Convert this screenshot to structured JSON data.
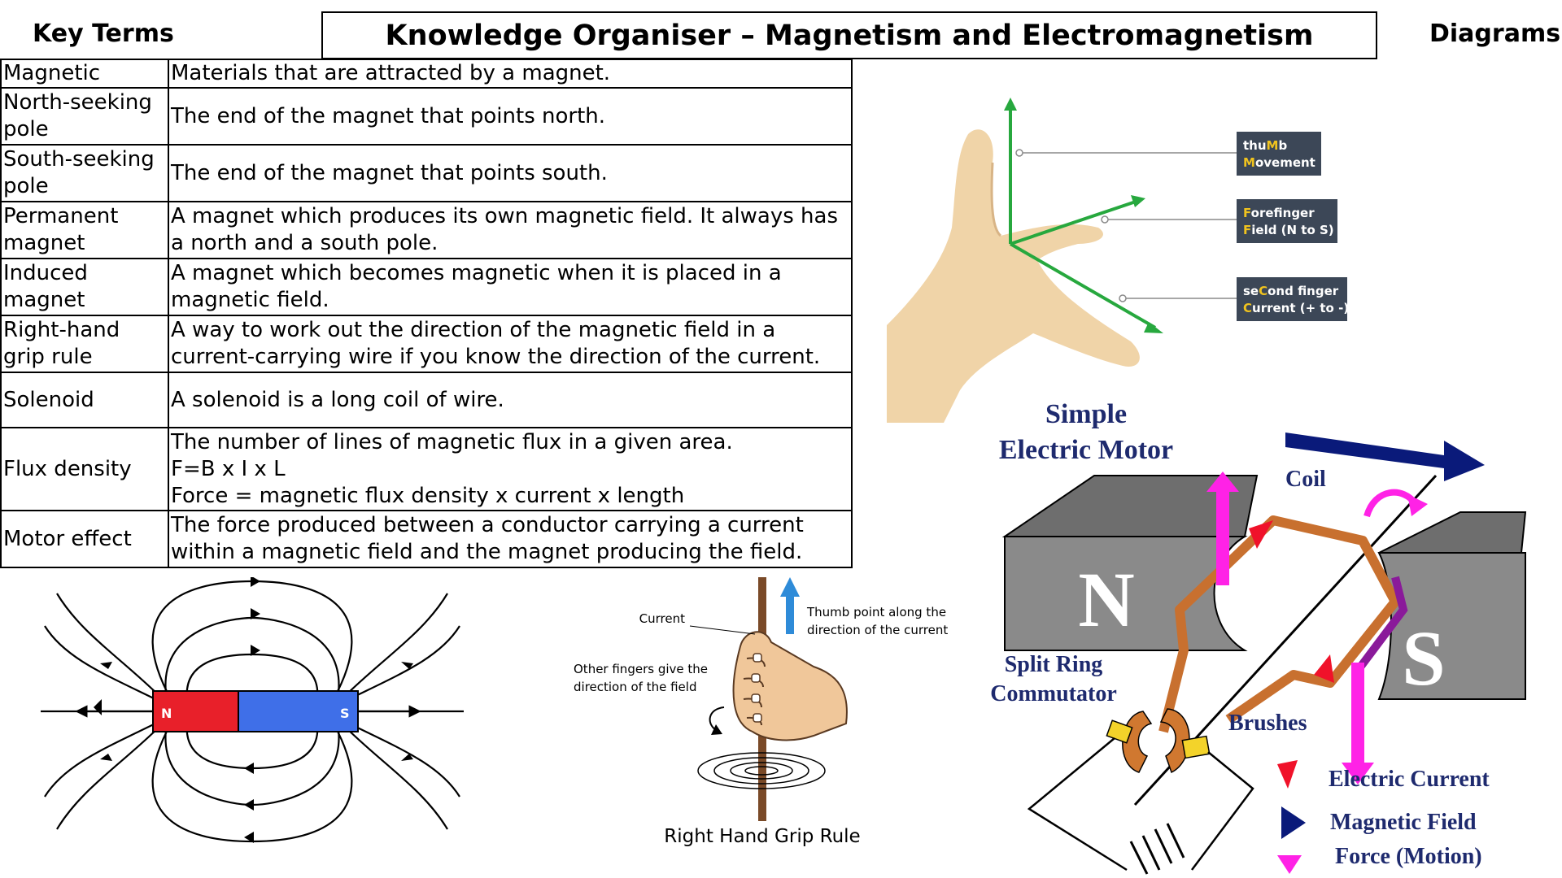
{
  "header": {
    "key_terms": "Key Terms",
    "title": "Knowledge Organiser – Magnetism and Electromagnetism",
    "diagrams": "Diagrams"
  },
  "terms": [
    {
      "term": "Magnetic",
      "definition": "Materials that are attracted by a magnet."
    },
    {
      "term": "North-seeking pole",
      "definition": "The end of the magnet that points north."
    },
    {
      "term": "South-seeking pole",
      "definition": "The end of the magnet that points south."
    },
    {
      "term": "Permanent magnet",
      "definition": "A magnet which produces its own magnetic field. It always has a north and a south pole."
    },
    {
      "term": "Induced magnet",
      "definition": "A magnet which becomes magnetic when it is placed in a magnetic field."
    },
    {
      "term": "Right-hand grip rule",
      "definition": "A way to work out the direction of the magnetic field in a current-carrying wire if you know the direction of the current."
    },
    {
      "term": "Solenoid",
      "definition": "A solenoid is a long coil of wire."
    },
    {
      "term": "Flux density",
      "definition": "The number of lines of magnetic flux in a given area.\nF=B x I x L\nForce = magnetic flux density x current x length"
    },
    {
      "term": "Motor effect",
      "definition": "The force produced between a conductor carrying a current within a magnetic field and the magnet producing the field."
    }
  ],
  "bar_magnet": {
    "north": "N",
    "south": "S",
    "north_color": "#e8202a",
    "south_color": "#3f6fe8"
  },
  "flemings": {
    "thumb_prefix": "thu",
    "thumb_key": "M",
    "thumb_suffix": "b",
    "thumb_line2_key": "M",
    "thumb_line2": "ovement",
    "fore_key": "F",
    "fore_line1": "orefinger",
    "fore_key2": "F",
    "fore_line2": "ield (N to S)",
    "second_prefix": "se",
    "second_key": "C",
    "second_line1": "ond finger",
    "second_key2": "C",
    "second_line2": "urrent (+ to -)",
    "label_bg": "#3c4757",
    "key_color": "#f0c31e"
  },
  "grip_rule": {
    "current": "Current",
    "thumb": "Thumb point along the direction of the current",
    "thumb_l1": "Thumb point along the",
    "thumb_l2": "direction of the current",
    "fingers_l1": "Other fingers give the",
    "fingers_l2": "direction of the field",
    "caption": "Right Hand Grip Rule"
  },
  "motor": {
    "title_l1": "Simple",
    "title_l2": "Electric Motor",
    "coil": "Coil",
    "north": "N",
    "south": "S",
    "commutator_l1": "Split Ring",
    "commutator_l2": "Commutator",
    "brushes": "Brushes",
    "legend_current": "Electric Current",
    "legend_field": "Magnetic Field",
    "legend_force": "Force (Motion)",
    "title_color": "#1e2a6e",
    "current_color": "#f0122a",
    "field_color": "#0a1a7a",
    "force_color": "#ff22e6",
    "wire_color": "#c8702f"
  }
}
